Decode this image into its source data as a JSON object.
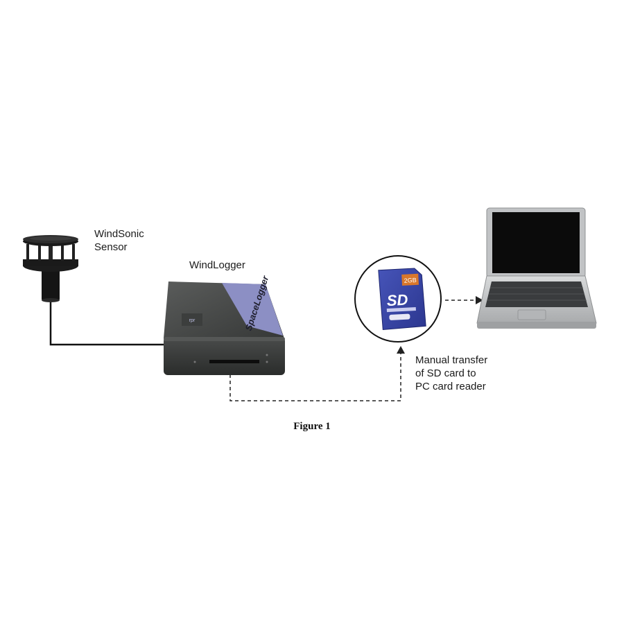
{
  "labels": {
    "sensor": [
      "WindSonic",
      "Sensor"
    ],
    "logger": "WindLogger",
    "transfer": [
      "Manual transfer",
      "of SD card to",
      "PC card reader"
    ]
  },
  "logger_device": {
    "brand": "SpaceLogger",
    "logo": "rpr"
  },
  "sd_card": {
    "logo": "SD",
    "capacity": "2GB"
  },
  "caption": "Figure 1",
  "colors": {
    "background": "#ffffff",
    "cable": "#111111",
    "logger_body": "#3f4140",
    "logger_stripe": "#8c8fc4",
    "sd_card_body": "#3d4aa8",
    "laptop_body": "#c8cacb",
    "laptop_screen": "#0b0b0b"
  },
  "icons": [
    "windsonic-sensor-icon",
    "windlogger-device-icon",
    "sd-card-icon",
    "laptop-icon"
  ]
}
